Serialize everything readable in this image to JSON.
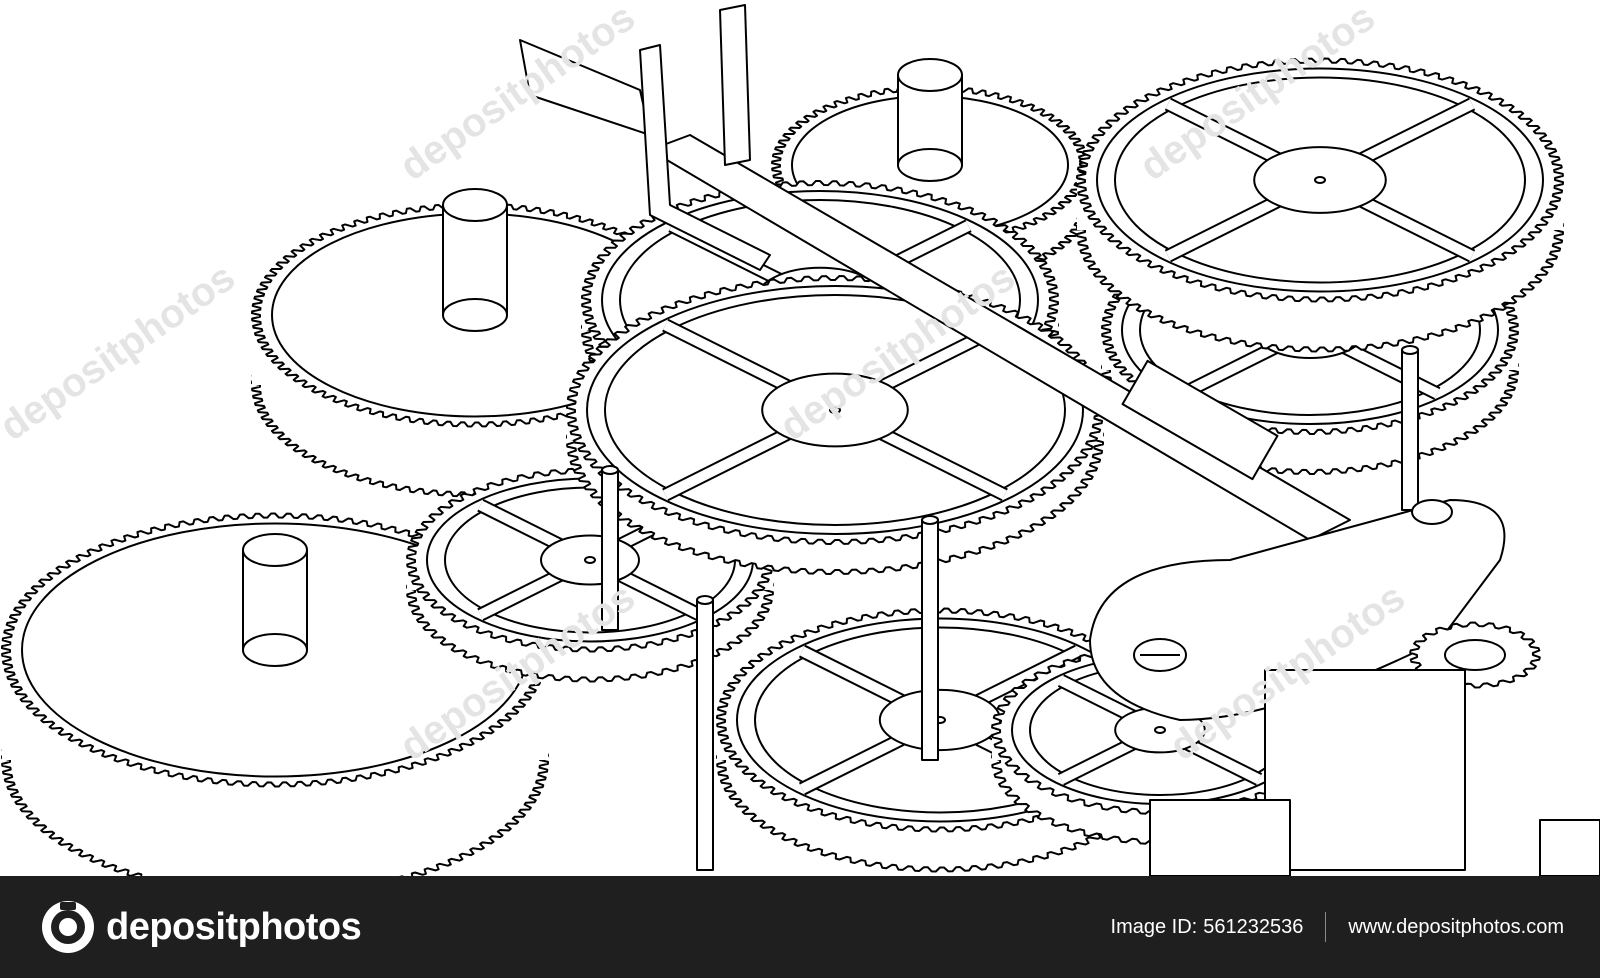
{
  "artwork": {
    "subject": "isometric line drawing of clockwork gears",
    "stroke_color": "#000000",
    "background": "#ffffff",
    "watermark": "depositphotos"
  },
  "footer": {
    "background": "#1f1f1f",
    "text_color": "#ffffff",
    "brand": "depositphotos",
    "logo_icon": "camera-aperture-icon",
    "image_id_label": "Image ID:",
    "image_id": "561232536",
    "website": "www.depositphotos.com"
  }
}
